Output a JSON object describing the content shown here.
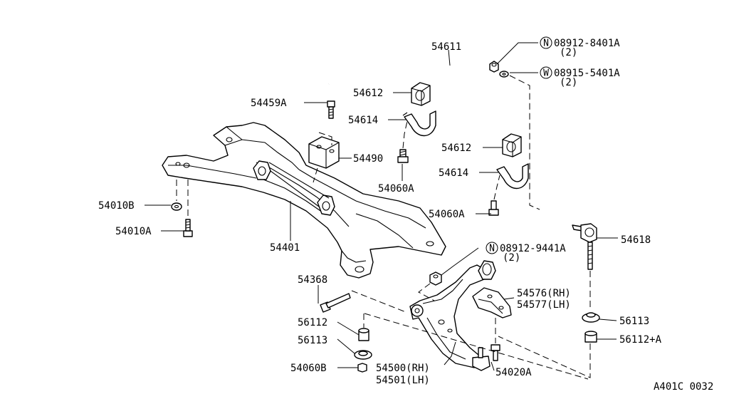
{
  "diagram": {
    "labels": [
      {
        "id": "54611",
        "text": "54611"
      },
      {
        "id": "n08912-8401a",
        "text": "08912-8401A"
      },
      {
        "id": "n08912-8401a-qty",
        "text": "(2)"
      },
      {
        "id": "w08915-5401a",
        "text": "08915-5401A"
      },
      {
        "id": "w08915-5401a-qty",
        "text": "(2)"
      },
      {
        "id": "54612-a",
        "text": "54612"
      },
      {
        "id": "54459a",
        "text": "54459A"
      },
      {
        "id": "54614-a",
        "text": "54614"
      },
      {
        "id": "54490",
        "text": "54490"
      },
      {
        "id": "54612-b",
        "text": "54612"
      },
      {
        "id": "54060a-a",
        "text": "54060A"
      },
      {
        "id": "54614-b",
        "text": "54614"
      },
      {
        "id": "54010b",
        "text": "54010B"
      },
      {
        "id": "54060a-b",
        "text": "54060A"
      },
      {
        "id": "54010a",
        "text": "54010A"
      },
      {
        "id": "54618",
        "text": "54618"
      },
      {
        "id": "54401",
        "text": "54401"
      },
      {
        "id": "n08912-9441a",
        "text": "08912-9441A"
      },
      {
        "id": "n08912-9441a-qty",
        "text": "(2)"
      },
      {
        "id": "54368",
        "text": "54368"
      },
      {
        "id": "54576",
        "text": "54576(RH)"
      },
      {
        "id": "54577",
        "text": "54577(LH)"
      },
      {
        "id": "56112",
        "text": "56112"
      },
      {
        "id": "56113-a",
        "text": "56113"
      },
      {
        "id": "56113-b",
        "text": "56113"
      },
      {
        "id": "56112a",
        "text": "56112+A"
      },
      {
        "id": "54060b",
        "text": "54060B"
      },
      {
        "id": "54500",
        "text": "54500(RH)"
      },
      {
        "id": "54501",
        "text": "54501(LH)"
      },
      {
        "id": "54020a",
        "text": "54020A"
      }
    ],
    "symbols": {
      "nut_symbol": "N",
      "washer_symbol": "W"
    },
    "figure_code": "A401C 0032"
  }
}
